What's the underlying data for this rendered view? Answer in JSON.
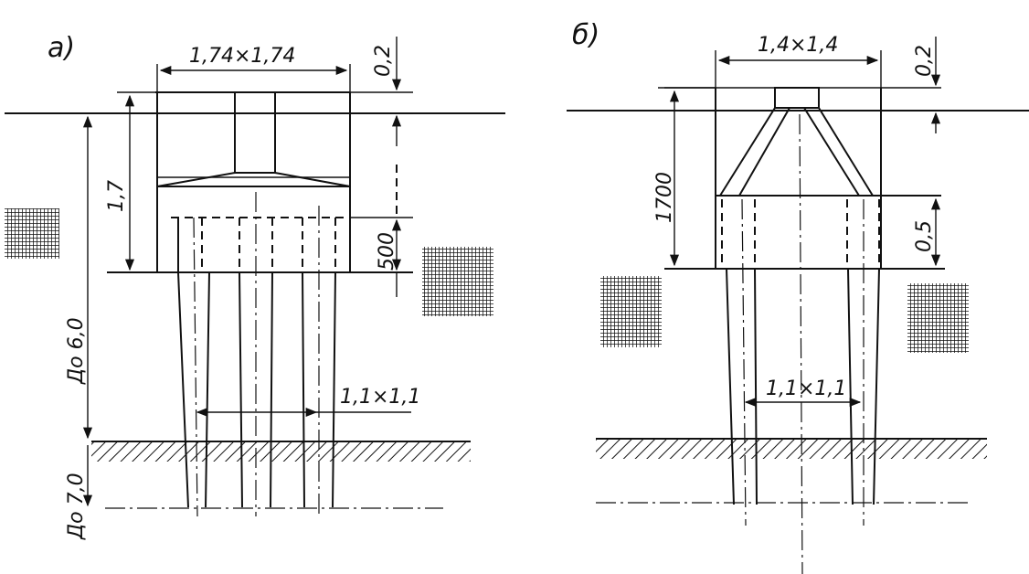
{
  "figure_a": {
    "label": "а)",
    "top_size": "1,74×1,74",
    "cap_height": "0,2",
    "height": "1,7",
    "grillage_height": "500",
    "depth": "До 6,0",
    "bottom_depth": "До 7,0",
    "pile_spacing": "1,1×1,1"
  },
  "figure_b": {
    "label": "б)",
    "top_size": "1,4×1,4",
    "cap_height": "0,2",
    "height": "1700",
    "grillage_height": "0,5",
    "pile_spacing": "1,1×1,1"
  }
}
